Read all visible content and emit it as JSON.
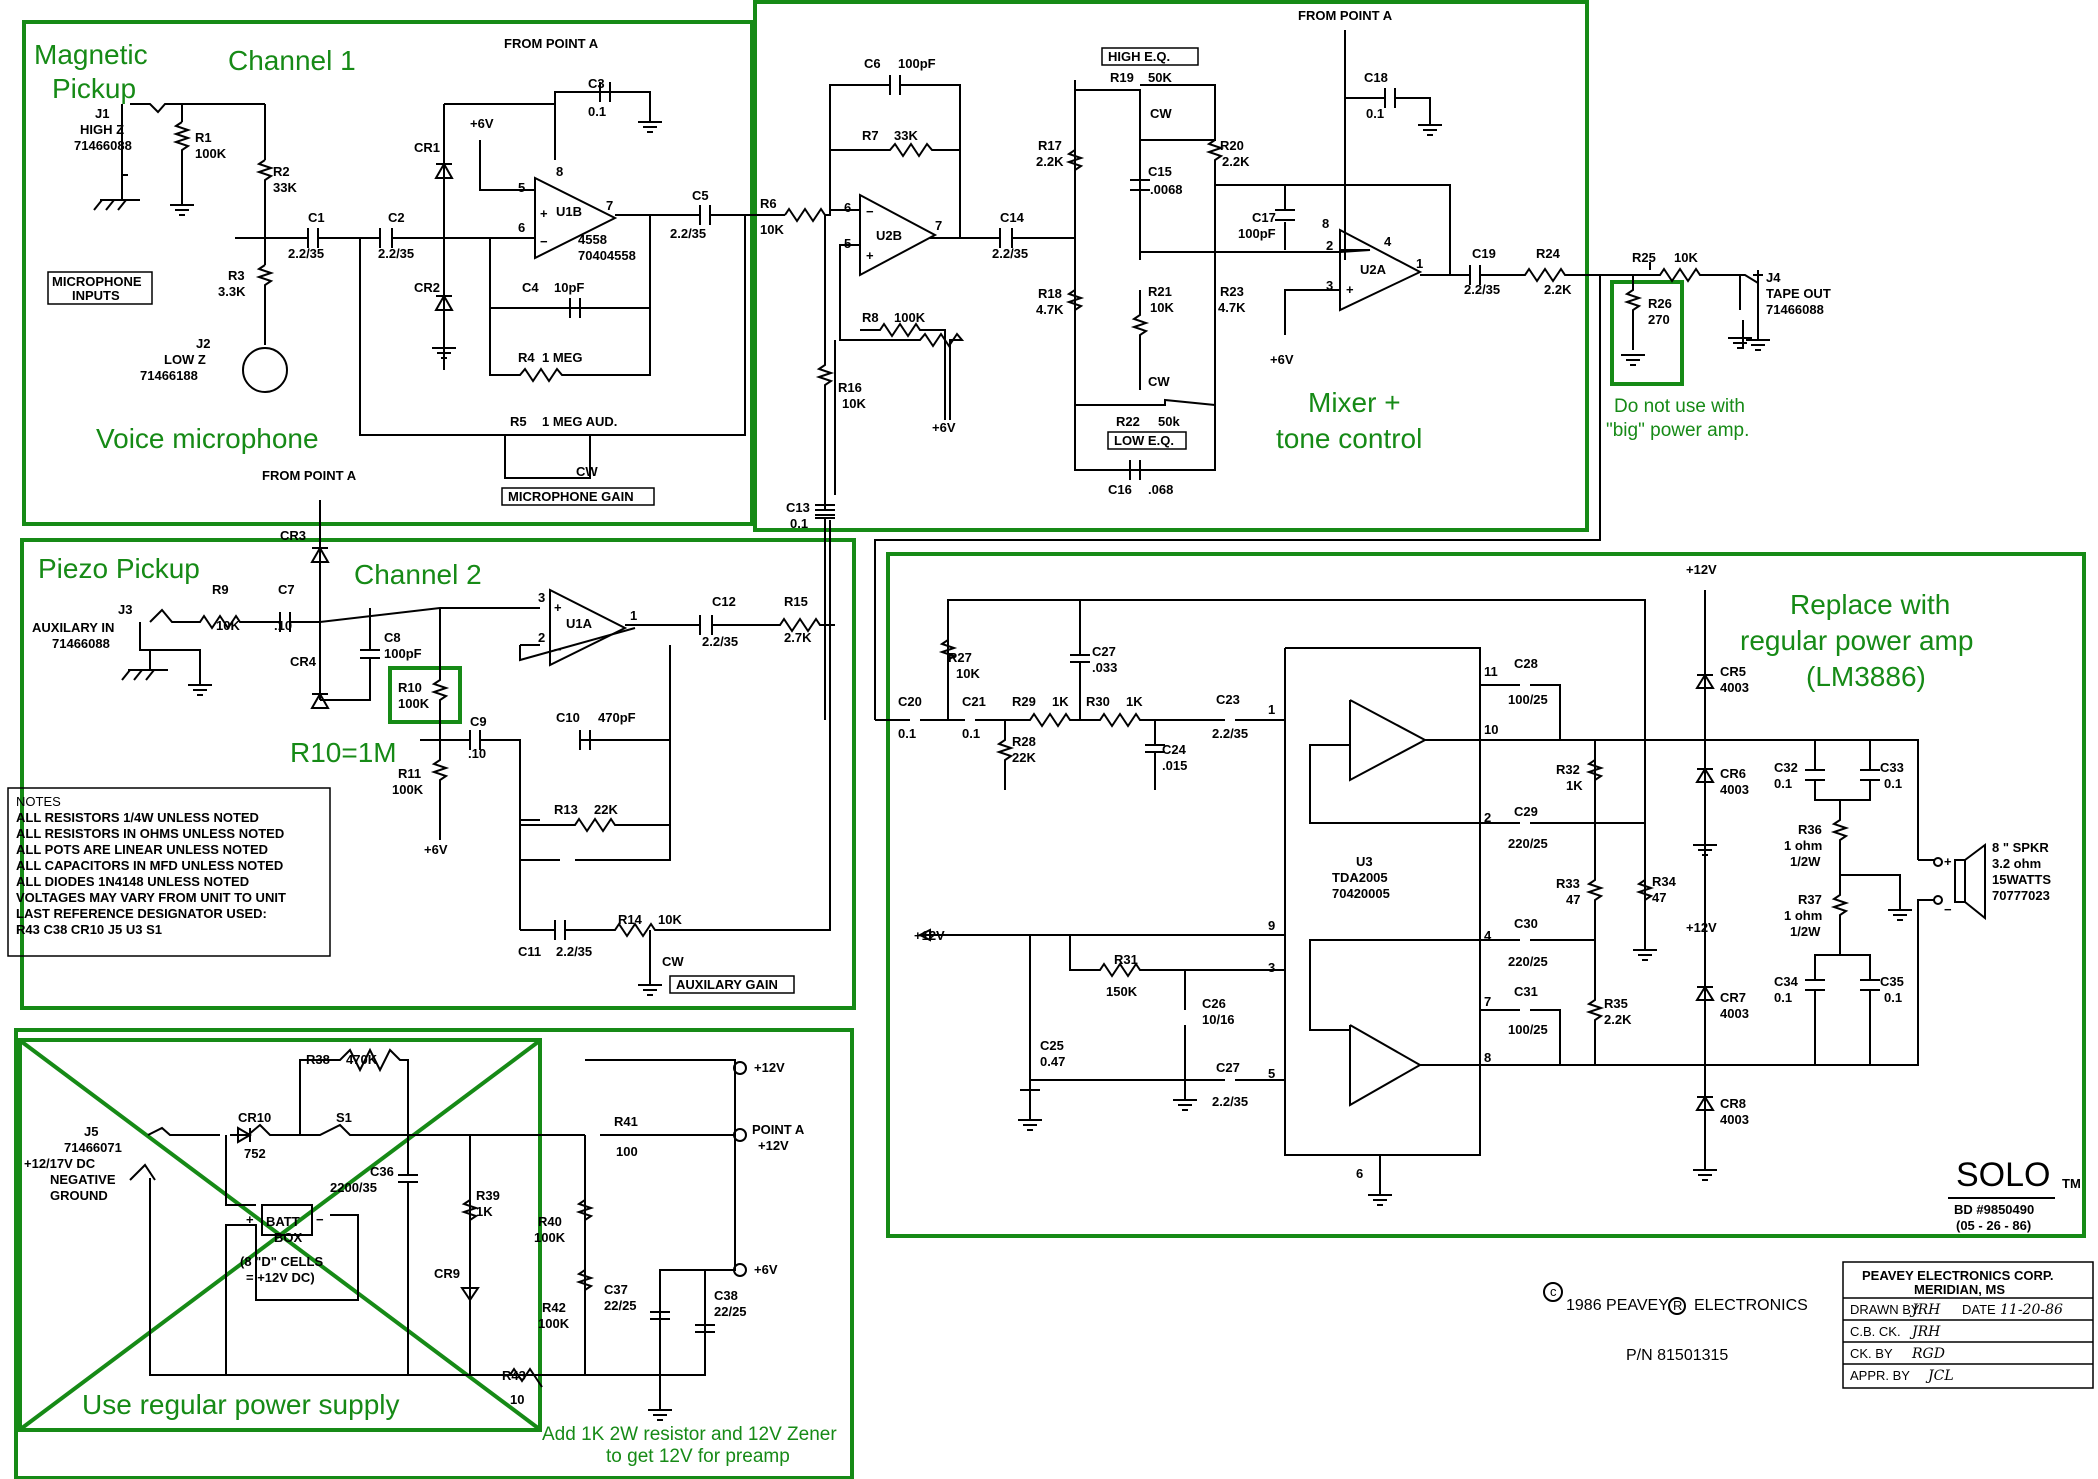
{
  "green_labels": {
    "magnetic_pickup_1": "Magnetic",
    "magnetic_pickup_2": "Pickup",
    "channel1": "Channel 1",
    "voice_microphone": "Voice microphone",
    "mixer_1": "Mixer +",
    "mixer_2": "tone control",
    "no_big_amp_1": "Do not use with",
    "no_big_amp_2": "\"big\" power amp.",
    "piezo_pickup": "Piezo Pickup",
    "channel2": "Channel 2",
    "r10_note": "R10=1M",
    "replace_1": "Replace with",
    "replace_2": "regular power amp",
    "replace_3": "(LM3886)",
    "power_supply": "Use regular power supply",
    "zener_1": "Add 1K 2W resistor and 12V Zener",
    "zener_2": "to get 12V for preamp"
  },
  "labels": {
    "from_point_a": "FROM POINT A",
    "microphone_inputs_1": "MICROPHONE",
    "microphone_inputs_2": "INPUTS",
    "high_eq": "HIGH E.Q.",
    "low_eq": "LOW E.Q.",
    "cw": "CW",
    "microphone_gain": "MICROPHONE GAIN",
    "auxilary_gain": "AUXILARY GAIN",
    "j1_1": "J1",
    "j1_2": "HIGH Z",
    "j1_3": "71466088",
    "j2_1": "J2",
    "j2_2": "LOW Z",
    "j2_3": "71466188",
    "j3_1": "J3",
    "j3_2": "AUXILARY IN",
    "j3_3": "71466088",
    "j4_1": "J4",
    "j4_2": "TAPE OUT",
    "j4_3": "71466088",
    "j5_1": "J5",
    "j5_2": "71466071",
    "j5_3": "+12/17V DC",
    "j5_4": "NEGATIVE",
    "j5_5": "GROUND",
    "u1b": "U1B",
    "u1b_part1": "4558",
    "u1b_part2": "70404558",
    "u2b": "U2B",
    "u2a": "U2A",
    "u1a": "U1A",
    "u3": "U3",
    "u3_part1": "TDA2005",
    "u3_part2": "70420005",
    "plus6v": "+6V",
    "plus12v": "+12V",
    "point_a_1": "POINT A",
    "point_a_2": "+12V",
    "spkr_1": "8 \" SPKR",
    "spkr_2": "3.2 ohm",
    "spkr_3": "15WATTS",
    "spkr_4": "70777023",
    "batt_1": "BATT",
    "batt_2": "BOX",
    "batt_3": "(8 \"D\" CELLS",
    "batt_4": "= +12V DC)",
    "solo": "SOLO",
    "tm": "TM",
    "bd_1": "BD  #9850490",
    "bd_2": "(05 - 26 - 86)",
    "copyright_year": "1986  PEAVEY",
    "copyright_co": "ELECTRONICS",
    "copyright_symbol": "c",
    "registered": "R",
    "pn": "P/N 81501315"
  },
  "notes": [
    "NOTES",
    "ALL RESISTORS 1/4W UNLESS NOTED",
    "ALL RESISTORS IN OHMS UNLESS NOTED",
    "ALL POTS ARE LINEAR UNLESS NOTED",
    "ALL CAPACITORS IN MFD UNLESS NOTED",
    "ALL DIODES 1N4148 UNLESS NOTED",
    "VOLTAGES MAY VARY FROM UNIT TO UNIT",
    "LAST REFERENCE DESIGNATOR USED:",
    "R43  C38  CR10  J5  U3  S1"
  ],
  "title_block": {
    "company_1": "PEAVEY ELECTRONICS CORP.",
    "company_2": "MERIDIAN, MS",
    "drawn": "DRAWN  BY",
    "drawn_by": "JRH",
    "date_label": "DATE",
    "date": "11-20-86",
    "cb_ck": "C.B. CK.",
    "cb_ck_by": "JRH",
    "ck_by": "CK. BY",
    "ck_by_val": "RGD",
    "appr_by": "APPR. BY",
    "appr_by_val": "JCL"
  },
  "components": {
    "R1": "R1",
    "R1v": "100K",
    "R2": "R2",
    "R2v": "33K",
    "R3": "R3",
    "R3v": "3.3K",
    "C1": "C1",
    "C1v": "2.2/35",
    "C2": "C2",
    "C2v": "2.2/35",
    "C3": "C3",
    "C3v": "0.1",
    "C4": "C4",
    "C4v": "10pF",
    "R4": "R4",
    "R4v": "1 MEG",
    "R5": "R5",
    "R5v": "1 MEG AUD.",
    "C5": "C5",
    "C5v": "2.2/35",
    "CR1": "CR1",
    "CR2": "CR2",
    "R6": "R6",
    "R6v": "10K",
    "C6": "C6",
    "C6v": "100pF",
    "R7": "R7",
    "R7v": "33K",
    "R8": "R8",
    "R8v": "100K",
    "R16": "R16",
    "R16v": "10K",
    "C13": "C13",
    "C13v": "0.1",
    "C14": "C14",
    "C14v": "2.2/35",
    "R17": "R17",
    "R17v": "2.2K",
    "R18": "R18",
    "R18v": "4.7K",
    "R19": "R19",
    "R19v": "50K",
    "C15": "C15",
    "C15v": ".0068",
    "R20": "R20",
    "R20v": "2.2K",
    "R21": "R21",
    "R21v": "10K",
    "R22": "R22",
    "R22v": "50k",
    "R23": "R23",
    "R23v": "4.7K",
    "C16": "C16",
    "C16v": ".068",
    "C17": "C17",
    "C17v": "100pF",
    "C18": "C18",
    "C18v": "0.1",
    "C19": "C19",
    "C19v": "2.2/35",
    "R24": "R24",
    "R24v": "2.2K",
    "R25": "R25",
    "R25v": "10K",
    "R26": "R26",
    "R26v": "270",
    "CR3": "CR3",
    "CR4": "CR4",
    "R9": "R9",
    "R9v": "10K",
    "C7": "C7",
    "C7v": ".10",
    "C8": "C8",
    "C8v": "100pF",
    "R10": "R10",
    "R10v": "100K",
    "R11": "R11",
    "R11v": "100K",
    "C9": "C9",
    "C9v": ".10",
    "C10": "C10",
    "C10v": "470pF",
    "R13": "R13",
    "R13v": "22K",
    "C11": "C11",
    "C11v": "2.2/35",
    "R14": "R14",
    "R14v": "10K",
    "C12": "C12",
    "C12v": "2.2/35",
    "R15": "R15",
    "R15v": "2.7K",
    "C20": "C20",
    "C20v": "0.1",
    "R27": "R27",
    "R27v": "10K",
    "C21": "C21",
    "C21v": "0.1",
    "C27": "C27",
    "C27v": ".033",
    "R28": "R28",
    "R28v": "22K",
    "R29": "R29",
    "R29v": "1K",
    "R30": "R30",
    "R30v": "1K",
    "C24": "C24",
    "C24v": ".015",
    "C23": "C23",
    "C23v": "2.2/35",
    "C28": "C28",
    "C28v": "100/25",
    "R32": "R32",
    "R32v": "1K",
    "C29": "C29",
    "C29v": "220/25",
    "R33": "R33",
    "R33v": "47",
    "R34": "R34",
    "R34v": "47",
    "C30": "C30",
    "C30v": "220/25",
    "C31": "C31",
    "C31v": "100/25",
    "R35": "R35",
    "R35v": "2.2K",
    "R31": "R31",
    "R31v": "150K",
    "C26": "C26",
    "C26v": "10/16",
    "C25": "C25",
    "C25v": "0.47",
    "C27b": "C27",
    "C27bv": "2.2/35",
    "CR5": "CR5",
    "CR5v": "4003",
    "CR6": "CR6",
    "CR6v": "4003",
    "CR7": "CR7",
    "CR7v": "4003",
    "CR8": "CR8",
    "CR8v": "4003",
    "C32": "C32",
    "C32v": "0.1",
    "C33": "C33",
    "C33v": "0.1",
    "R36": "R36",
    "R36v1": "1 ohm",
    "R36v2": "1/2W",
    "R37": "R37",
    "R37v1": "1 ohm",
    "R37v2": "1/2W",
    "C34": "C34",
    "C34v": "0.1",
    "C35": "C35",
    "C35v": "0.1",
    "R38": "R38",
    "R38v": "470K",
    "CR10": "CR10",
    "CR10v": "752",
    "S1": "S1",
    "C36": "C36",
    "C36v": "2200/35",
    "R39": "R39",
    "R39v": "1K",
    "CR9": "CR9",
    "R41": "R41",
    "R41v": "100",
    "R40": "R40",
    "R40v": "100K",
    "R42": "R42",
    "R42v": "100K",
    "C37": "C37",
    "C37v": "22/25",
    "C38": "C38",
    "C38v": "22/25",
    "R43": "R43",
    "R43v": "10"
  },
  "pins": {
    "p1": "1",
    "p2": "2",
    "p3": "3",
    "p4": "4",
    "p5": "5",
    "p6": "6",
    "p7": "7",
    "p8": "8",
    "p9": "9",
    "p10": "10",
    "p11": "11"
  }
}
